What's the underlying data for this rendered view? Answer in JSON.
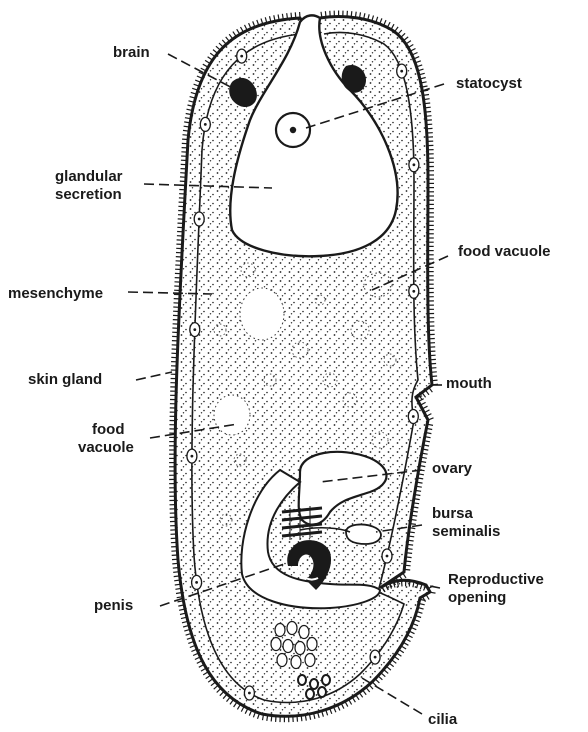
{
  "labels": {
    "brain": "brain",
    "statocyst": "statocyst",
    "glandular_1": "glandular",
    "glandular_2": "secretion",
    "food_vacuole_right": "food vacuole",
    "mesenchyme": "mesenchyme",
    "skin_gland": "skin gland",
    "mouth": "mouth",
    "food_vacuole_left_1": "food",
    "food_vacuole_left_2": "vacuole",
    "ovary": "ovary",
    "bursa_1": "bursa",
    "bursa_2": "seminalis",
    "reproductive_1": "Reproductive",
    "reproductive_2": "opening",
    "penis": "penis",
    "cilia": "cilia"
  },
  "colors": {
    "ink": "#1a1a1a",
    "background": "#ffffff"
  }
}
